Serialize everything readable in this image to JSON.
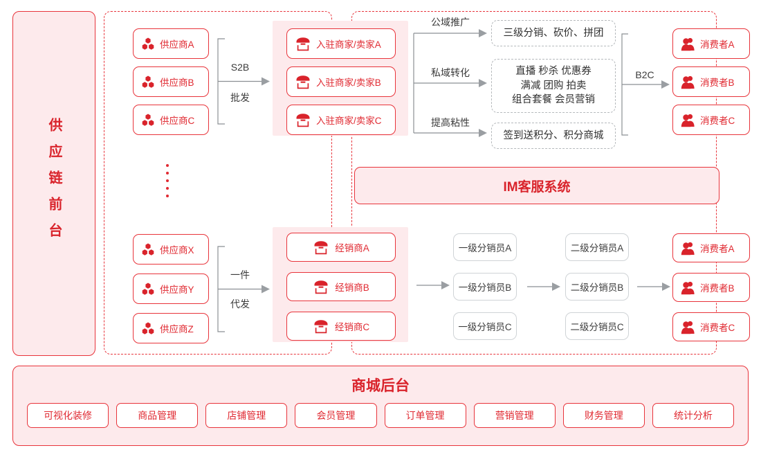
{
  "side_banner": {
    "label": "供应链前台"
  },
  "regions": {
    "supply_side": "供应侧分组",
    "demand_side": "需求侧分组"
  },
  "top_flow": {
    "suppliers": [
      {
        "label": "供应商A",
        "icon": "hexagons-icon"
      },
      {
        "label": "供应商B",
        "icon": "hexagons-icon"
      },
      {
        "label": "供应商C",
        "icon": "hexagons-icon"
      }
    ],
    "connector": {
      "line1": "S2B",
      "line2": "批发"
    },
    "sellers": [
      {
        "label": "入驻商家/卖家A",
        "icon": "storefront-icon"
      },
      {
        "label": "入驻商家/卖家B",
        "icon": "storefront-icon"
      },
      {
        "label": "入驻商家/卖家C",
        "icon": "storefront-icon"
      }
    ],
    "channel_labels": [
      "公域推广",
      "私域转化",
      "提高粘性"
    ],
    "features": [
      "三级分销、砍价、拼团",
      "直播 秒杀 优惠券\n满减 团购 拍卖\n组合套餐 会员营销",
      "签到送积分、积分商城"
    ],
    "b2c_label": "B2C",
    "consumers": [
      {
        "label": "消费者A",
        "icon": "user-icon"
      },
      {
        "label": "消费者B",
        "icon": "user-icon"
      },
      {
        "label": "消费者C",
        "icon": "user-icon"
      }
    ]
  },
  "im_bar": {
    "label": "IM客服系统"
  },
  "bottom_flow": {
    "suppliers": [
      {
        "label": "供应商X",
        "icon": "hexagons-icon"
      },
      {
        "label": "供应商Y",
        "icon": "hexagons-icon"
      },
      {
        "label": "供应商Z",
        "icon": "hexagons-icon"
      }
    ],
    "connector": {
      "line1": "一件",
      "line2": "代发"
    },
    "dealers": [
      {
        "label": "经销商A",
        "icon": "storefront-icon"
      },
      {
        "label": "经销商B",
        "icon": "storefront-icon"
      },
      {
        "label": "经销商C",
        "icon": "storefront-icon"
      }
    ],
    "level1": [
      "一级分销员A",
      "一级分销员B",
      "一级分销员C"
    ],
    "level2": [
      "二级分销员A",
      "二级分销员B",
      "二级分销员C"
    ],
    "consumers": [
      {
        "label": "消费者A",
        "icon": "user-icon"
      },
      {
        "label": "消费者B",
        "icon": "user-icon"
      },
      {
        "label": "消费者C",
        "icon": "user-icon"
      }
    ]
  },
  "backstage": {
    "title": "商城后台",
    "buttons": [
      "可视化装修",
      "商品管理",
      "店铺管理",
      "会员管理",
      "订单管理",
      "营销管理",
      "财务管理",
      "统计分析"
    ]
  },
  "colors": {
    "brand_red": "#e02a32",
    "border_red": "#e8333a",
    "pink_fill": "#fdeaec",
    "grey_border": "#cfd3d6",
    "dashed_grey": "#b5b9bc",
    "arrow_grey": "#8b8f93",
    "text_dark": "#333333"
  }
}
